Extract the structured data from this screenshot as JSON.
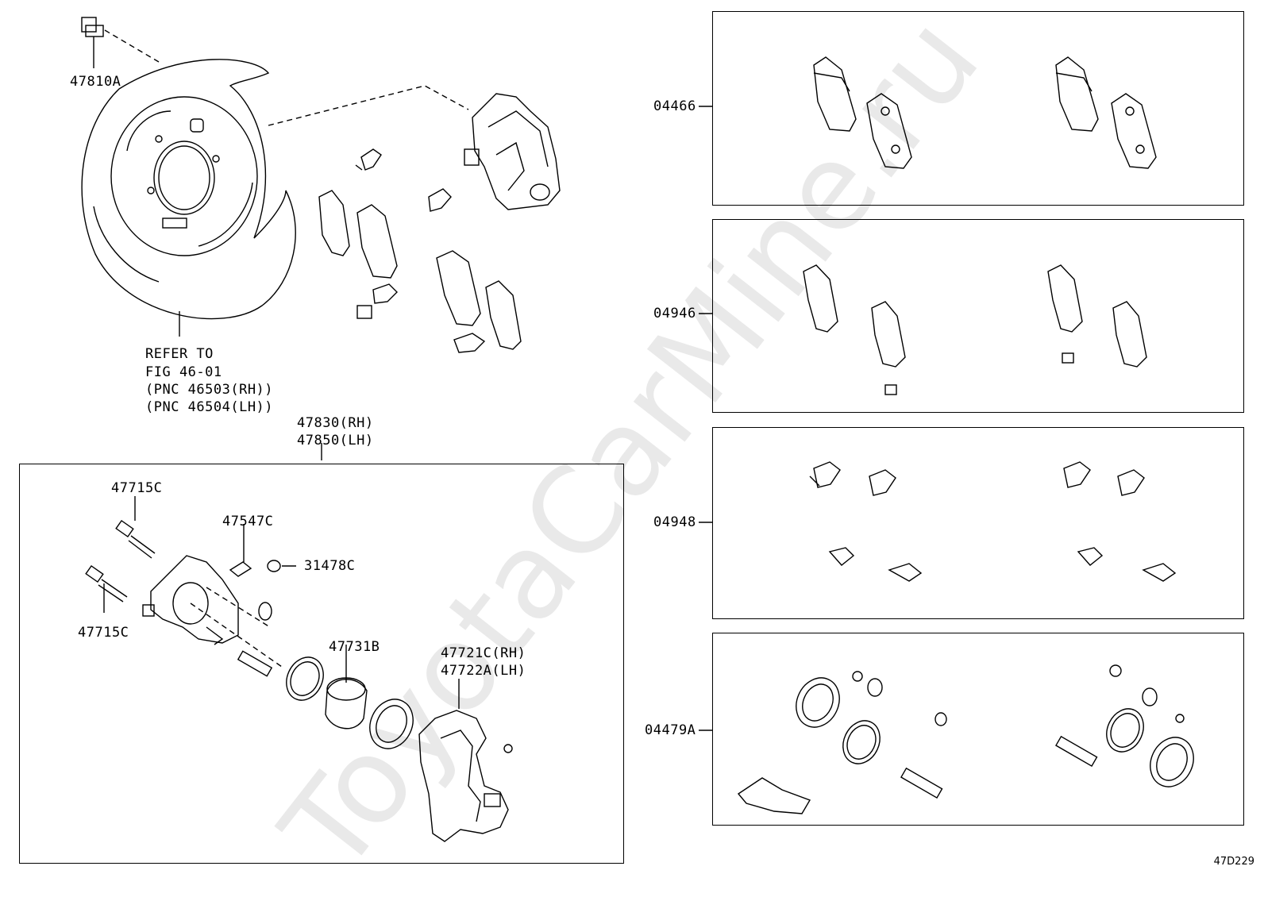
{
  "watermark": "ToyotaCarMine.ru",
  "diagram_code": "47D229",
  "labels": {
    "p47810A": "47810A",
    "refer_line1": "REFER TO",
    "refer_line2": "FIG 46-01",
    "refer_line3": "(PNC 46503(RH))",
    "refer_line4": "(PNC 46504(LH))",
    "p47830": "47830(RH)",
    "p47850": "47850(LH)",
    "p47715C_top": "47715C",
    "p47715C_bottom": "47715C",
    "p47547C": "47547C",
    "p31478C": "31478C",
    "p47731B": "47731B",
    "p47721C": "47721C(RH)",
    "p47722A": "47722A(LH)",
    "k04466": "04466",
    "k04946": "04946",
    "k04948": "04948",
    "k04479A": "04479A"
  }
}
